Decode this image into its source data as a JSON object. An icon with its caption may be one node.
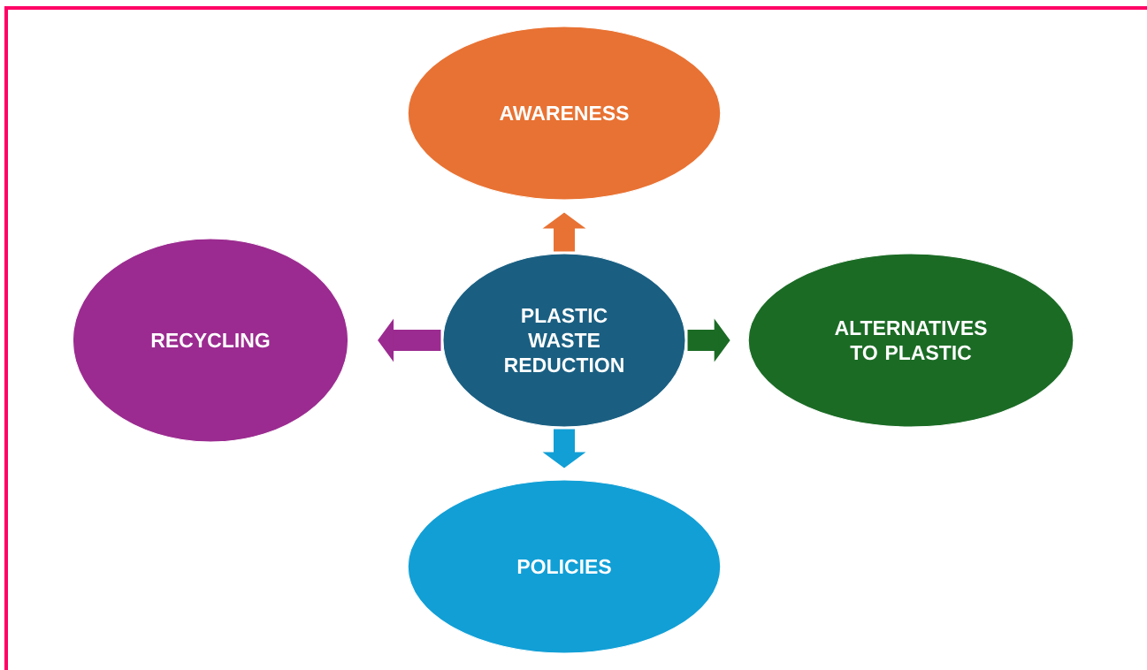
{
  "diagram": {
    "nodes": [
      {
        "text": [
          "PLASTIC WASTE REDUCTION"
        ]
      },
      {
        "text": [
          "AWARENESS"
        ]
      },
      {
        "text": [
          "ALTERNATIVES TO PLASTIC"
        ]
      },
      {
        "text": [
          "POLICIES"
        ]
      },
      {
        "text": [
          "RECYCLING"
        ]
      }
    ],
    "edges": [
      {
        "from": 0,
        "to": 1,
        "arrow": "to",
        "color": "#e87233"
      },
      {
        "from": 0,
        "to": 2,
        "arrow": "to",
        "color": "#1b6b25"
      },
      {
        "from": 0,
        "to": 3,
        "arrow": "to",
        "color": "#119fd6"
      },
      {
        "from": 0,
        "to": 4,
        "arrow": "to",
        "color": "#9b2b90"
      }
    ]
  }
}
